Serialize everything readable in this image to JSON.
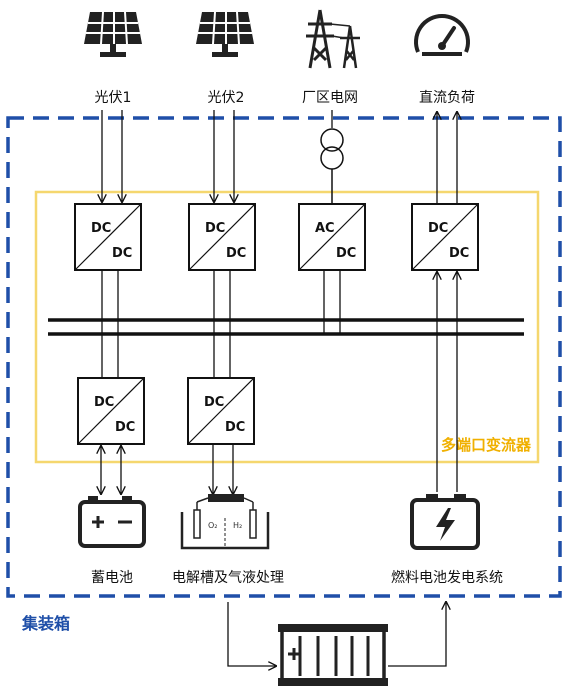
{
  "sources": {
    "pv1": "光伏1",
    "pv2": "光伏2",
    "grid": "厂区电网",
    "dc_load": "直流负荷"
  },
  "converters": {
    "top": [
      {
        "top": "DC",
        "bottom": "DC"
      },
      {
        "top": "DC",
        "bottom": "DC"
      },
      {
        "top": "AC",
        "bottom": "DC"
      },
      {
        "top": "DC",
        "bottom": "DC"
      }
    ],
    "bottom": [
      {
        "top": "DC",
        "bottom": "DC"
      },
      {
        "top": "DC",
        "bottom": "DC"
      }
    ]
  },
  "multiport_label": "多端口变流器",
  "devices": {
    "battery": "蓄电池",
    "electrolyzer": "电解槽及气液处理",
    "fuel_cell": "燃料电池发电系统",
    "o2": "O₂",
    "h2": "H₂"
  },
  "container_label": "集装箱",
  "colors": {
    "container_border": "#1f4fa8",
    "converter_border": "#f5d76e",
    "label_blue": "#1f4fa8",
    "label_gold": "#f0b000"
  }
}
